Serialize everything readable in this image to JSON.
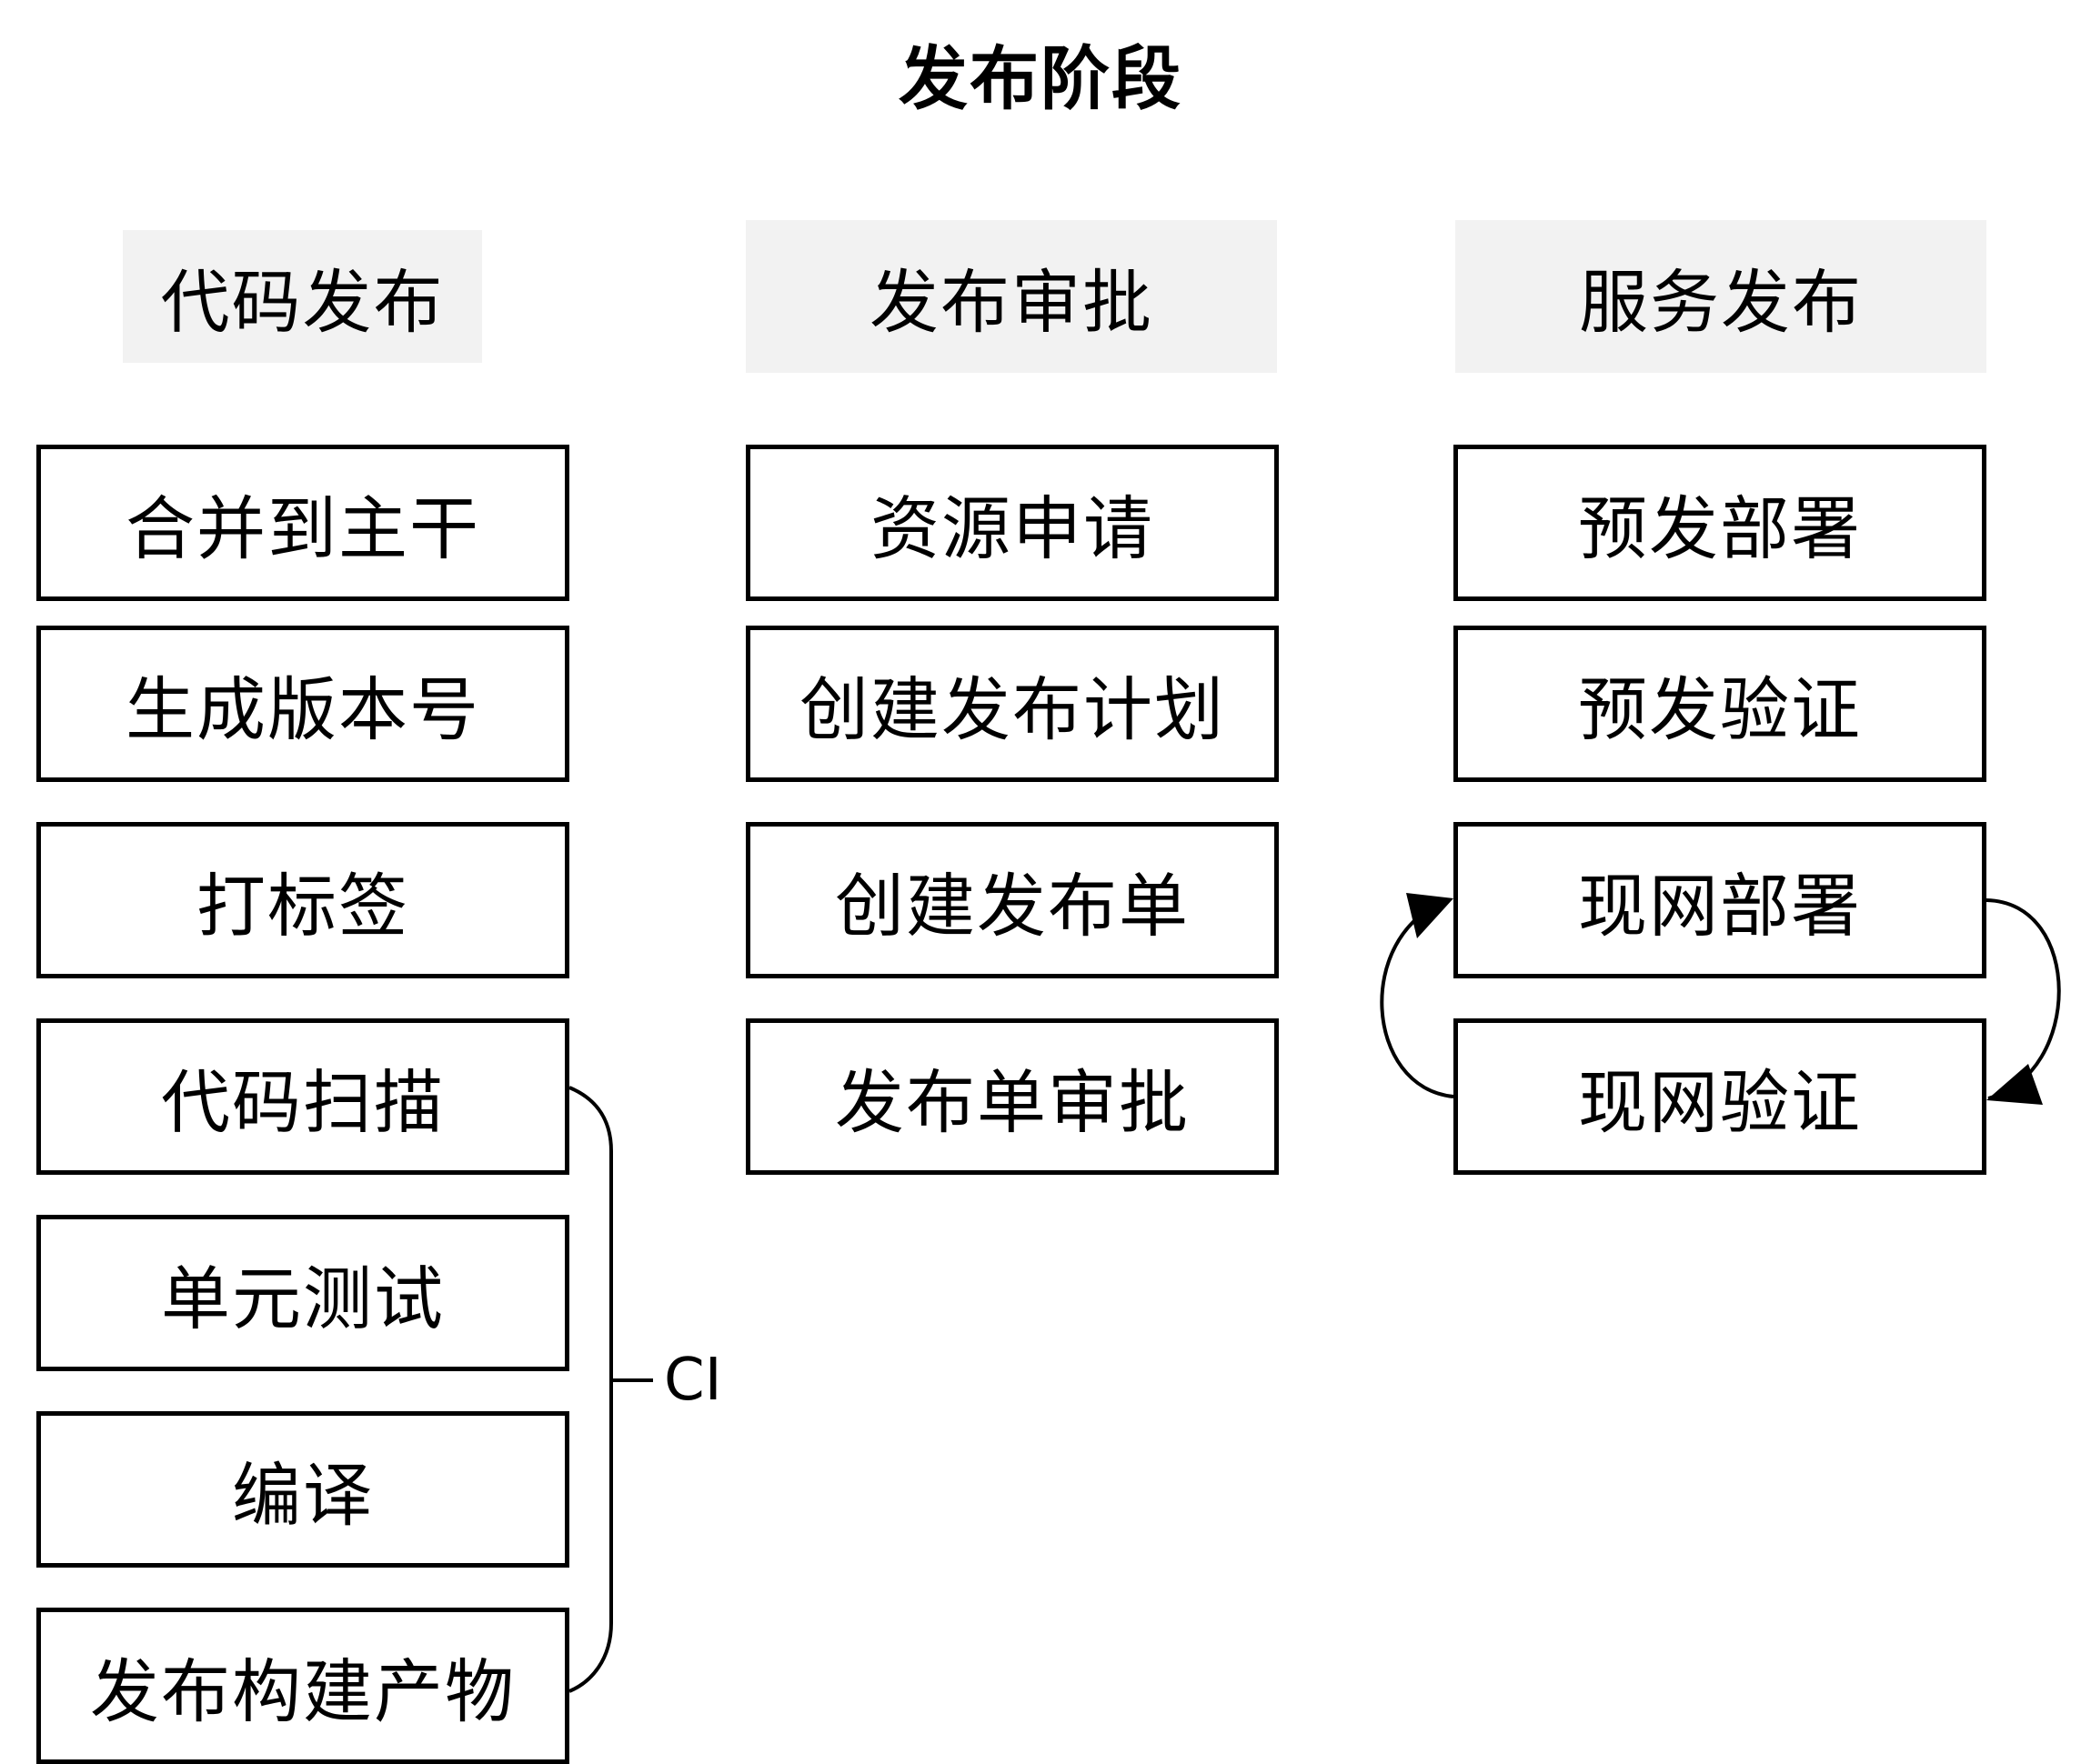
{
  "title": "发布阶段",
  "columns": [
    {
      "header": "代码发布",
      "items": [
        "合并到主干",
        "生成版本号",
        "打标签",
        "代码扫描",
        "单元测试",
        "编译",
        "发布构建产物"
      ]
    },
    {
      "header": "发布审批",
      "items": [
        "资源申请",
        "创建发布计划",
        "创建发布单",
        "发布单审批"
      ]
    },
    {
      "header": "服务发布",
      "items": [
        "预发部署",
        "预发验证",
        "现网部署",
        "现网验证"
      ]
    }
  ],
  "ci_label": "CI",
  "colors": {
    "header_bg": "#f2f2f2",
    "border": "#000000",
    "text": "#000000"
  }
}
